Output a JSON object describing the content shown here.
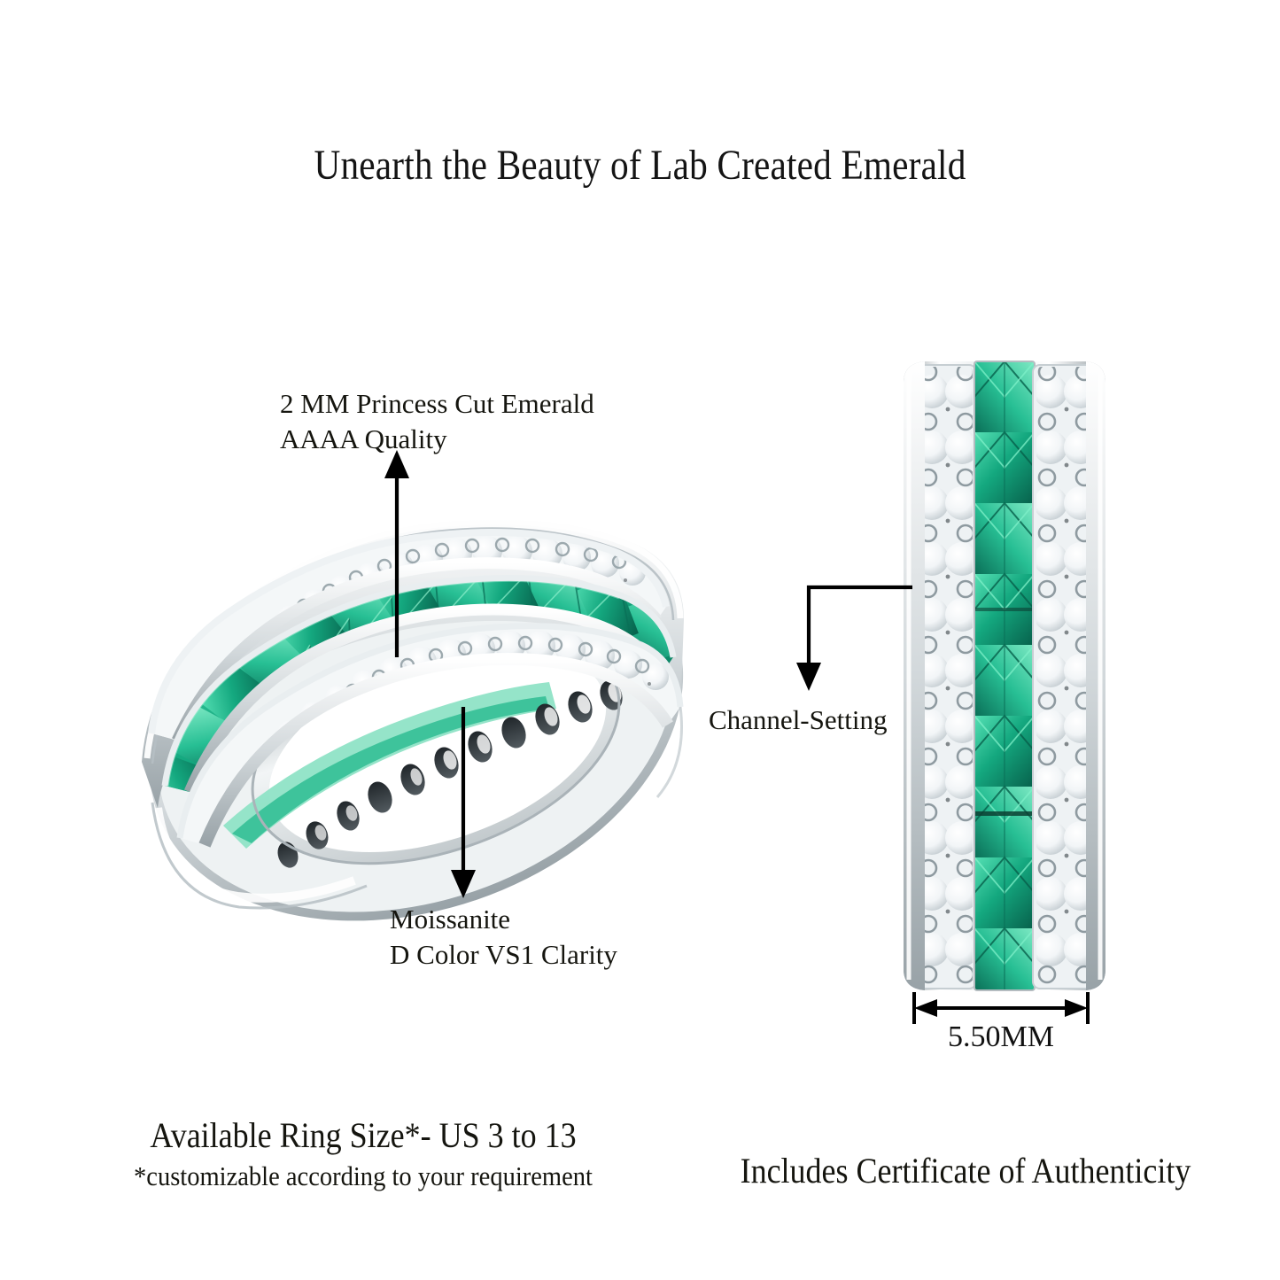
{
  "title": "Unearth the Beauty of Lab Created Emerald",
  "callouts": {
    "emerald": "2 MM Princess Cut Emerald\nAAAA Quality",
    "moissanite": "Moissanite\nD Color VS1 Clarity",
    "channel": "Channel-Setting"
  },
  "dimension": {
    "label": "5.50MM"
  },
  "footer": {
    "ring_size_line": "Available Ring Size*- US 3 to 13",
    "ring_size_note": "*customizable according to your requirement",
    "certificate": "Includes Certificate of Authenticity"
  },
  "colors": {
    "background": "#ffffff",
    "text": "#15150f",
    "arrow": "#000000",
    "emerald_dark": "#0a6b54",
    "emerald_mid": "#14a87f",
    "emerald_light": "#46d7ac",
    "emerald_pale": "#8ceccb",
    "metal_light": "#ffffff",
    "metal_mid": "#d8dde0",
    "metal_shadow": "#9aa3a8",
    "diamond_white": "#fdfdfd",
    "diamond_shade": "#c9d0d4",
    "hole_dark": "#2b3134"
  },
  "products": {
    "left_view": {
      "name": "eternity-band-angled-view",
      "rows": [
        "moissanite-top-row",
        "emerald-center-row",
        "moissanite-bottom-row"
      ],
      "emerald_count": 13,
      "diamond_count_per_row": 34
    },
    "right_view": {
      "name": "eternity-band-side-view",
      "rails": [
        "moissanite-left-rail",
        "emerald-center-channel",
        "moissanite-right-rail"
      ],
      "emerald_count": 9,
      "diamond_pairs_per_rail": 11
    }
  }
}
